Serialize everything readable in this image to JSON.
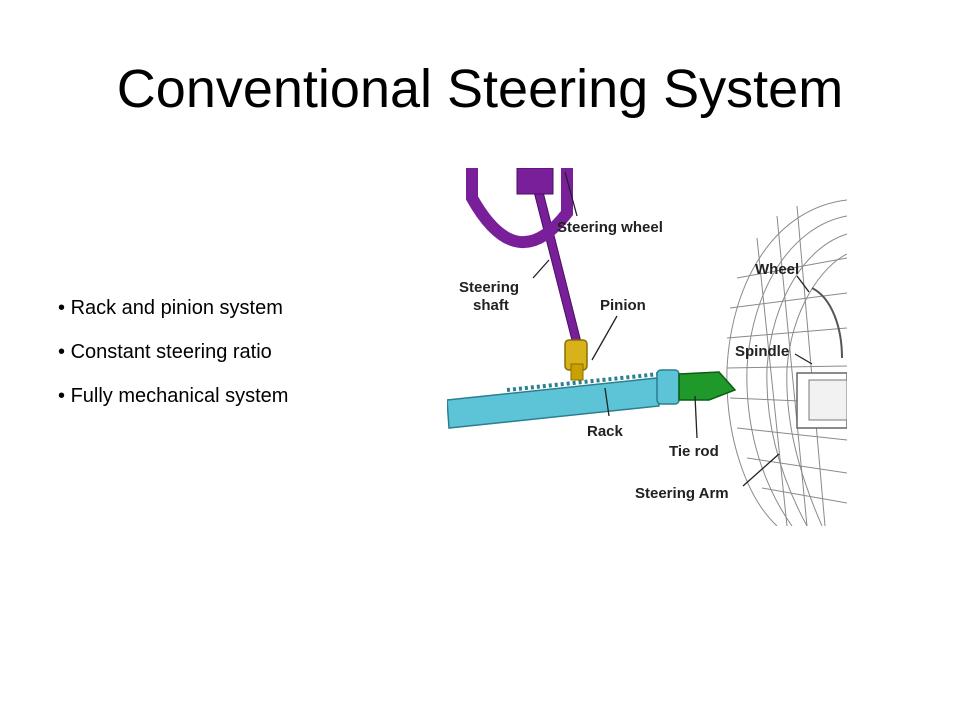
{
  "slide": {
    "title": "Conventional Steering System",
    "bullets": [
      "Rack and pinion system",
      "Constant steering ratio",
      "Fully mechanical system"
    ]
  },
  "diagram": {
    "labels": {
      "steering_wheel": "Steering wheel",
      "steering_shaft_1": "Steering",
      "steering_shaft_2": "shaft",
      "pinion": "Pinion",
      "wheel": "Wheel",
      "spindle": "Spindle",
      "rack": "Rack",
      "tie_rod": "Tie rod",
      "steering_arm": "Steering Arm"
    },
    "colors": {
      "steering_wheel": "#7a1f9a",
      "rack": "#5cc4d6",
      "tie_rod": "#1f9a2a",
      "pinion": "#d8b21a",
      "wheel_mesh": "#8a8a8a"
    }
  }
}
